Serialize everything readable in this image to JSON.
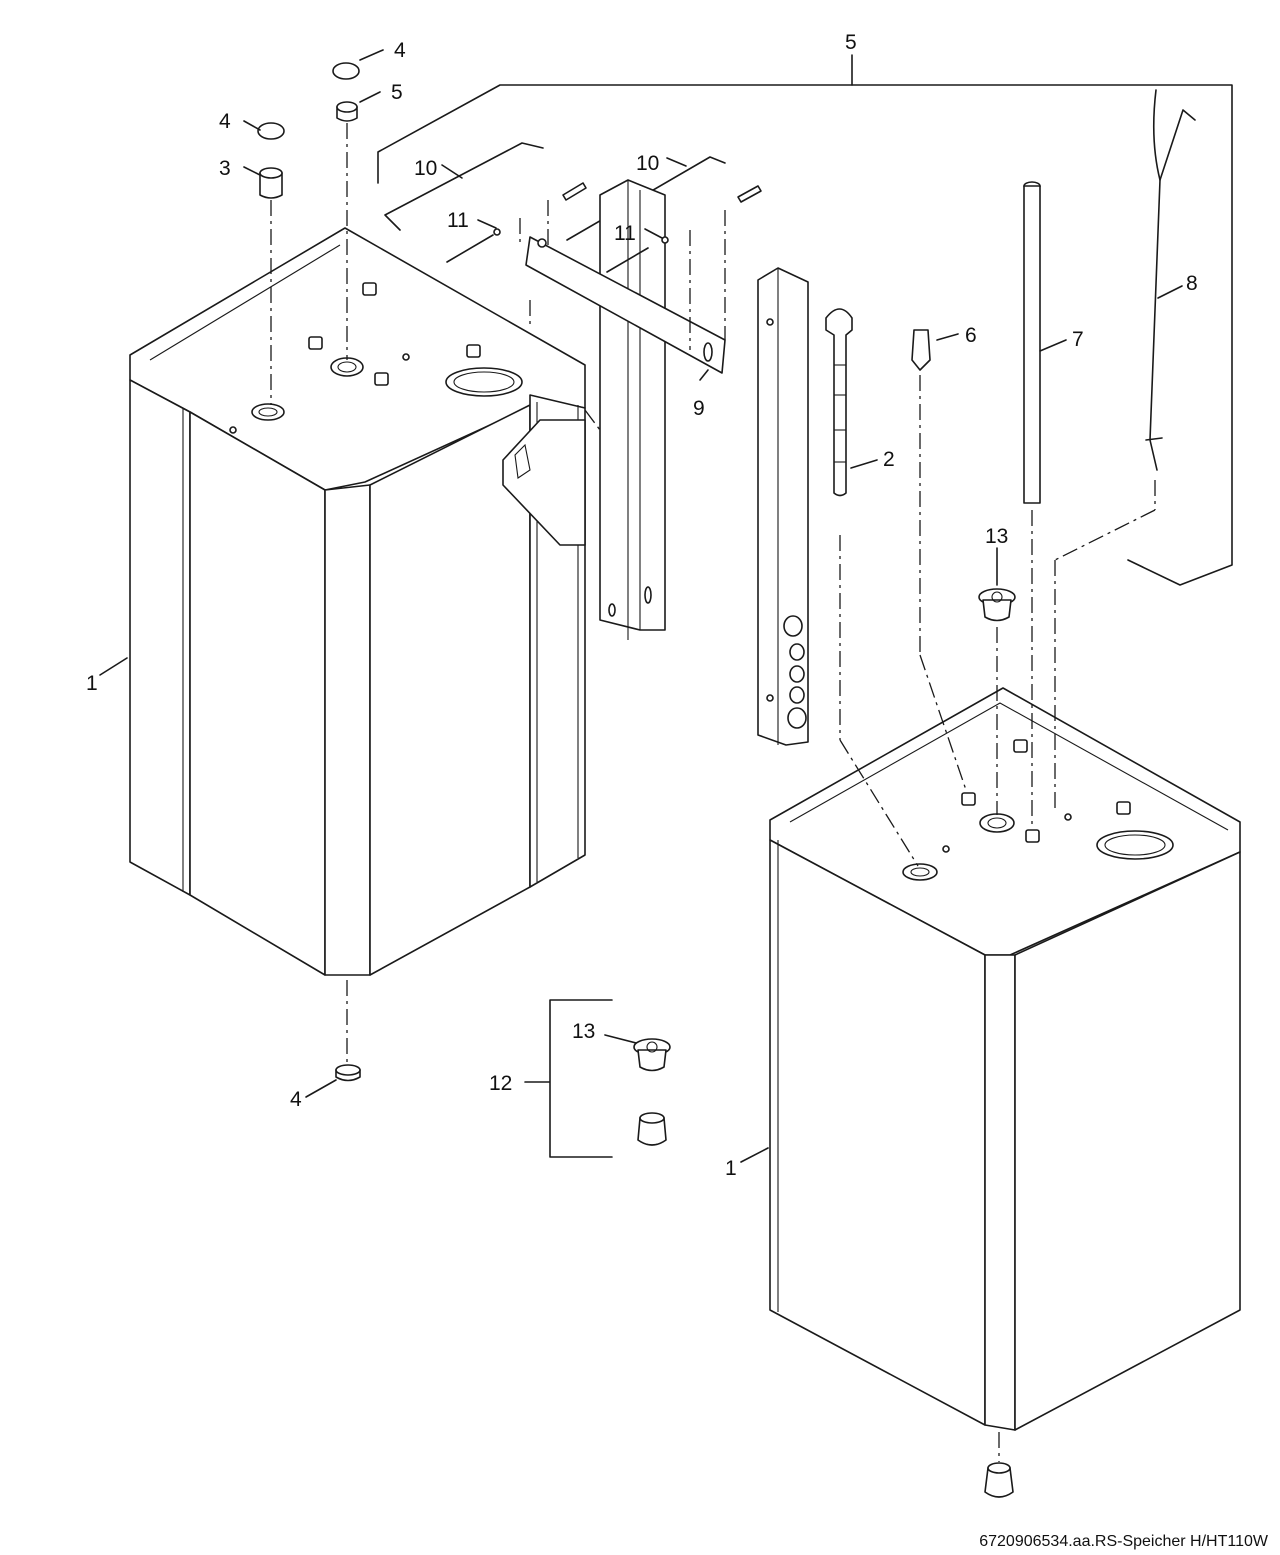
{
  "diagram": {
    "caption": "6720906534.aa.RS-Speicher H/HT110W",
    "callouts": {
      "tank_left": "1",
      "tank_right": "1",
      "rod_2": "2",
      "sleeve_3": "3",
      "cap_top_a": "4",
      "cap_top_b": "4",
      "cap_bottom": "4",
      "insert_5": "5",
      "bracket_5": "5",
      "sensor_6": "6",
      "tube_7": "7",
      "cable_8": "8",
      "bar_9": "9",
      "group_10_left": "10",
      "group_10_right": "10",
      "screw_11_left": "11",
      "screw_11_right": "11",
      "set_12": "12",
      "plug_13_top": "13",
      "plug_13_set": "13"
    }
  }
}
